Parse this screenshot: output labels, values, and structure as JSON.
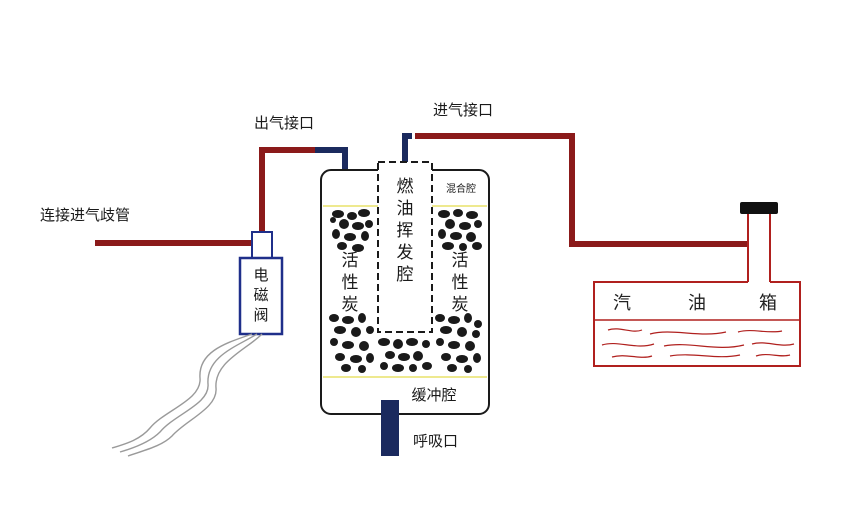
{
  "labels": {
    "outlet_port": "出气接口",
    "inlet_port": "进气接口",
    "manifold_connection": "连接进气歧管",
    "solenoid_valve": [
      "电",
      "磁",
      "阀"
    ],
    "fuel_vapor_chamber": [
      "燃",
      "油",
      "挥",
      "发",
      "腔"
    ],
    "mixing_chamber": "混合腔",
    "activated_carbon_left": [
      "活",
      "性",
      "炭"
    ],
    "activated_carbon_right": [
      "活",
      "性",
      "炭"
    ],
    "buffer_chamber": "缓冲腔",
    "breathing_port": "呼吸口",
    "fuel_tank": [
      "汽",
      "油",
      "箱"
    ]
  },
  "colors": {
    "pipe_red": "#8b1a1a",
    "pipe_navy": "#1b2a5e",
    "valve_blue": "#1f2f8a",
    "tank_red": "#b0201e",
    "carbon": "#1a1a1a",
    "filter_line": "#e8e26a",
    "wire_gray": "#9a9a9a",
    "cap_black": "#111111"
  }
}
